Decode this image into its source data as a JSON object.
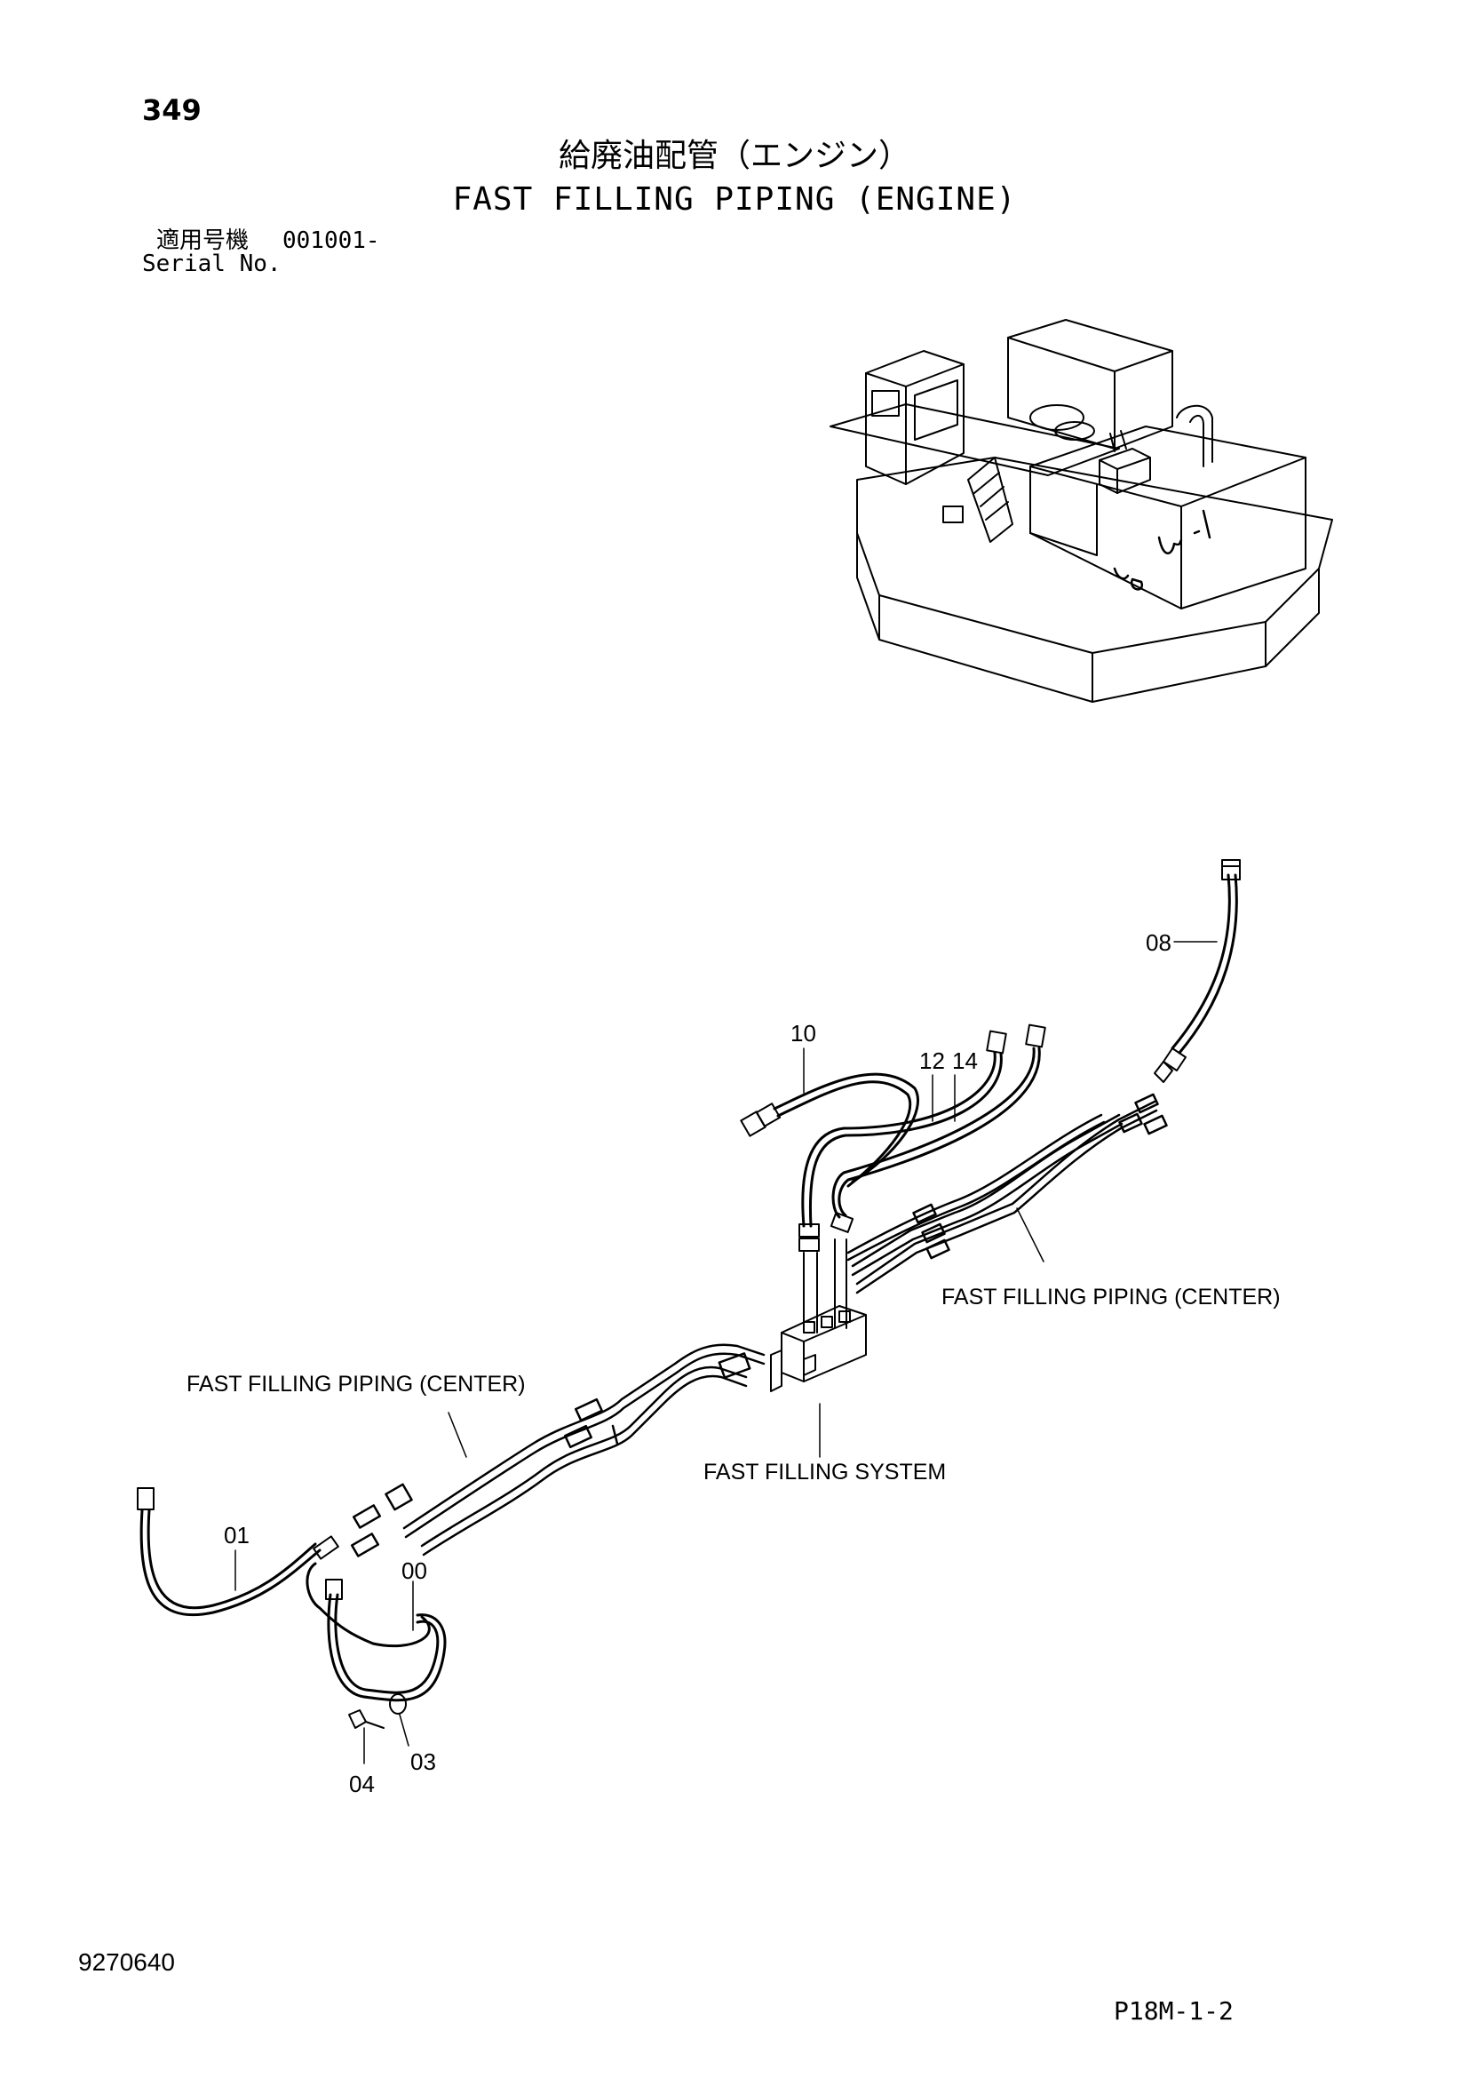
{
  "header": {
    "page_number": "349",
    "title_japanese": "給廃油配管（エンジン）",
    "title_english": "FAST FILLING PIPING (ENGINE)",
    "serial_label_japanese": "適用号機",
    "serial_value": "001001-",
    "serial_label_english": "Serial No."
  },
  "footer": {
    "diagram_code": "9270640",
    "page_code": "P18M-1-2"
  },
  "diagram": {
    "part_refs": {
      "p00": "00",
      "p01": "01",
      "p03": "03",
      "p04": "04",
      "p08": "08",
      "p10": "10",
      "p12": "12",
      "p14": "14"
    },
    "callouts": {
      "center_right": "FAST FILLING PIPING (CENTER)",
      "center_left": "FAST FILLING PIPING (CENTER)",
      "system": "FAST FILLING SYSTEM"
    }
  }
}
